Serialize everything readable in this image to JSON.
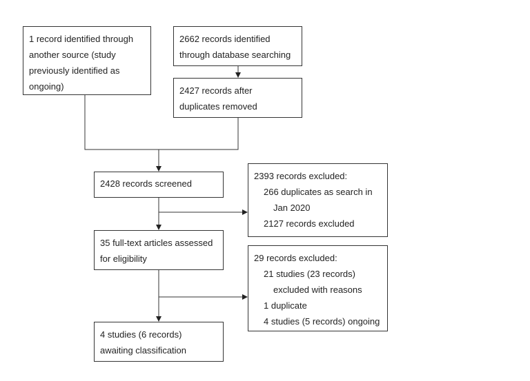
{
  "boxes": {
    "other_source": [
      "1 record identified through",
      "another source (study",
      "previously identified as",
      "ongoing)"
    ],
    "database": [
      "2662 records identified",
      "through database searching"
    ],
    "after_duplicates": [
      "2427 records after",
      "duplicates removed"
    ],
    "screened": [
      "2428 records screened"
    ],
    "excluded_screening": {
      "heading": "2393 records excluded:",
      "items": [
        "266 duplicates as search in",
        "Jan 2020",
        "2127 records excluded"
      ]
    },
    "fulltext": [
      "35 full-text articles assessed",
      "for eligibility"
    ],
    "excluded_fulltext": {
      "heading": "29 records excluded:",
      "items": [
        "21 studies (23 records)",
        "excluded with reasons",
        "1 duplicate",
        "4 studies (5 records) ongoing"
      ]
    },
    "awaiting": [
      "4 studies (6 records)",
      "awaiting classification"
    ]
  },
  "colors": {
    "border": "#333333",
    "text": "#222222"
  }
}
